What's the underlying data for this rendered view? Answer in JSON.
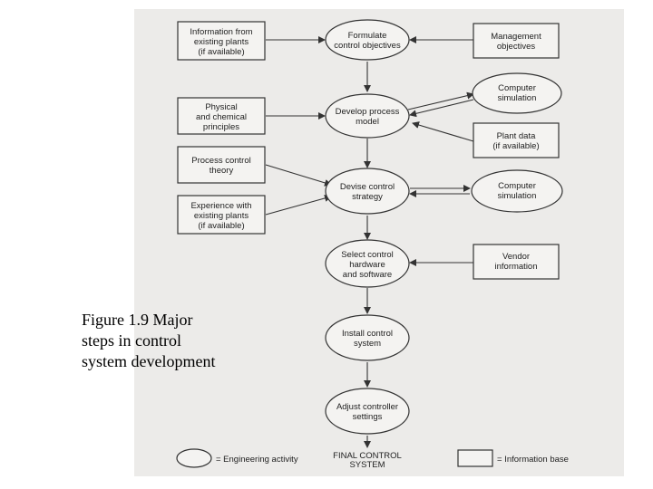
{
  "caption": {
    "lines": [
      "Figure 1.9 Major",
      "steps in control",
      "system development"
    ]
  },
  "activities": {
    "formulate": [
      "Formulate",
      "control objectives"
    ],
    "develop": [
      "Develop process",
      "model"
    ],
    "devise": [
      "Devise control",
      "strategy"
    ],
    "select": [
      "Select control",
      "hardware",
      "and software"
    ],
    "install": [
      "Install control",
      "system"
    ],
    "adjust": [
      "Adjust controller",
      "settings"
    ]
  },
  "info_left": {
    "existing_info": [
      "Information from",
      "existing plants",
      "(if available)"
    ],
    "physical": [
      "Physical",
      "and chemical",
      "principles"
    ],
    "control_theory": [
      "Process control",
      "theory"
    ],
    "experience": [
      "Experience with",
      "existing plants",
      "(if available)"
    ]
  },
  "info_right": {
    "management": [
      "Management",
      "objectives"
    ],
    "sim1": [
      "Computer",
      "simulation"
    ],
    "plant_data": [
      "Plant data",
      "(if available)"
    ],
    "sim2": [
      "Computer",
      "simulation"
    ],
    "vendor": [
      "Vendor",
      "information"
    ]
  },
  "final": [
    "FINAL CONTROL",
    "SYSTEM"
  ],
  "legend": {
    "activity": "= Engineering activity",
    "info": "= Information base"
  }
}
